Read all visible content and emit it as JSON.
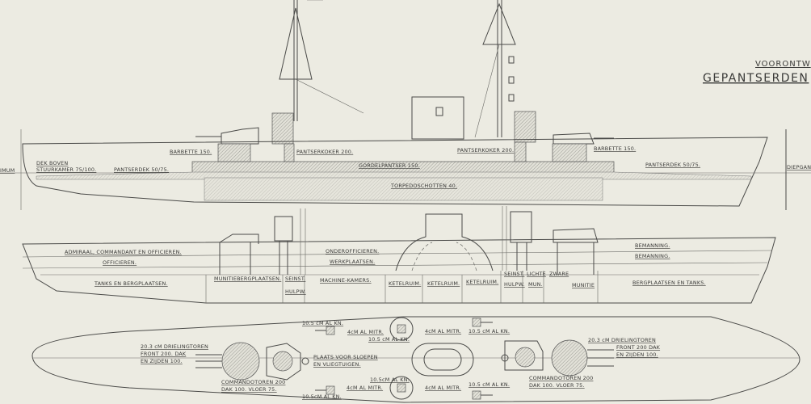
{
  "title": {
    "line1": "VOORONTW",
    "line2": "GEPANTSERDEN"
  },
  "profile": {
    "left_cut": "IMUM",
    "right_cut": "DIEPGANG",
    "labels": {
      "dek_boven": "DEK BOVEN",
      "stuurkamer": "STUURKAMER 75/100.",
      "pantserdek_aft": "PANTSERDEK 50/75.",
      "barbette_aft": "BARBETTE 150.",
      "pantserkoker_aft": "PANTSERKOKER 200.",
      "gordelpantser": "GORDELPANTSER 150.",
      "torpedoschotten": "TORPEDOSCHOTTEN 40.",
      "pantserkoker_fwd": "PANTSERKOKER 200.",
      "barbette_fwd": "BARBETTE 150.",
      "pantserdek_fwd": "PANTSERDEK 50/75."
    }
  },
  "section": {
    "labels": {
      "admiraal": "ADMIRAAL, COMMANDANT EN OFFICIEREN.",
      "officieren": "OFFICIEREN.",
      "onderofficieren": "ONDEROFFICIEREN.",
      "werkplaatsen": "WERKPLAATSEN.",
      "tanks_aft": "TANKS EN BERGPLAATSEN.",
      "munitiebergplaatsen": "MUNITIEBERGPLAATSEN.",
      "seinst_aft": "SEINST.",
      "hulpw_aft": "HULPW.",
      "machinekamers": "MACHINE-KAMERS.",
      "ketelruim_1": "KETELRUIM.",
      "ketelruim_2": "KETELRUIM.",
      "ketelruim_3": "KETELRUIM.",
      "seinst_fwd": "SEINST.",
      "lichte": "LICHTE",
      "hulpw_fwd": "HULPW.",
      "mun": "MUN.",
      "zware": "ZWARE",
      "munitie": "MUNITIE",
      "bemanning_1": "BEMANNING.",
      "bemanning_2": "BEMANNING.",
      "tanks_fwd": "BERGPLAATSEN EN TANKS."
    }
  },
  "plan": {
    "labels": {
      "toren_aft_1": "20.3 cM DRIELINGTOREN",
      "toren_aft_2": "FRONT 200. DAK",
      "toren_aft_3": "EN ZIJDEN 100.",
      "cmd_aft_1": "COMMANDOTOREN 200",
      "cmd_aft_2": "DAK 100. VLOER 75.",
      "sloepen_1": "PLAATS VOOR SLOEPEN",
      "sloepen_2": "EN VLIEGTUIGEN.",
      "kn_top_1": "10.5 cM AL KN.",
      "mitr_top_1": "4cM AL MITR.",
      "kn_top_2": "10.5 cM AL KN.",
      "mitr_top_2": "4cM AL MITR.",
      "kn_top_3": "10.5 cM AL KN.",
      "kn_bot_2": "10.5cM AL KN.",
      "mitr_bot_1": "4cM AL MITR.",
      "mitr_bot_2": "4cM AL MITR.",
      "kn_bot_3": "10.5 cM AL KN.",
      "kn_bot_1": "10.5cM AL KN.",
      "toren_fwd_1": "20.3 cM DRIELINGTOREN",
      "toren_fwd_2": "FRONT 200 DAK",
      "toren_fwd_3": "EN ZIJDEN 100.",
      "cmd_fwd_1": "COMMANDOTOREN 200",
      "cmd_fwd_2": "DAK 100. VLOER 75."
    }
  },
  "colors": {
    "paper": "#ecebe2",
    "ink": "#3a3a38"
  }
}
